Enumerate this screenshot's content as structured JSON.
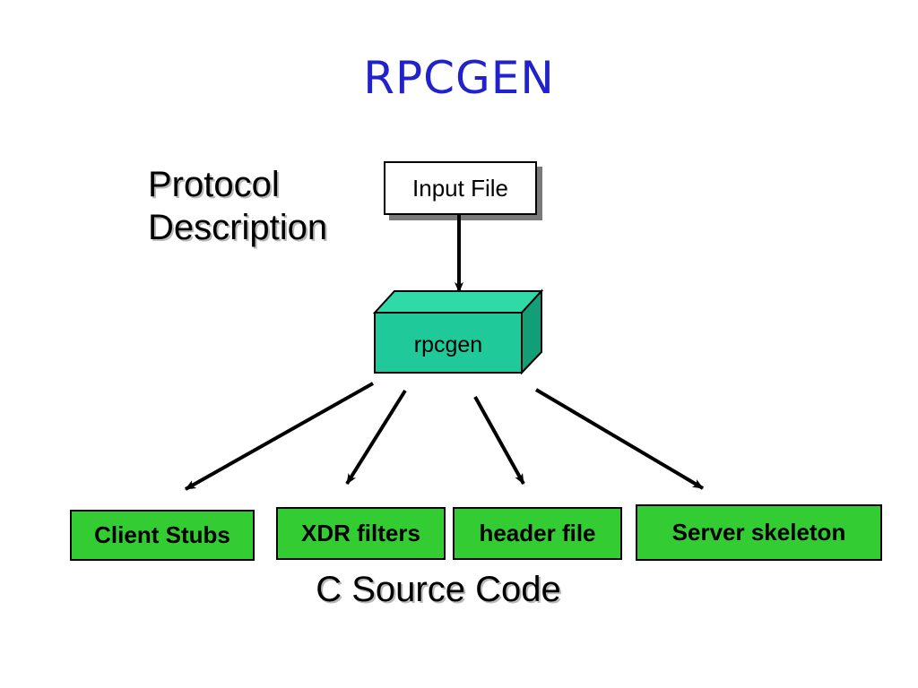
{
  "title": "RPCGEN",
  "protocol_description": [
    "Protocol",
    "Description"
  ],
  "input_file": "Input File",
  "compiler": "rpcgen",
  "outputs": [
    "Client Stubs",
    "XDR filters",
    "header file",
    "Server skeleton"
  ],
  "output_caption": "C Source Code",
  "colors": {
    "title": "#2222cc",
    "output_box": "#33cc33",
    "compiler_box": "#20c99a"
  }
}
